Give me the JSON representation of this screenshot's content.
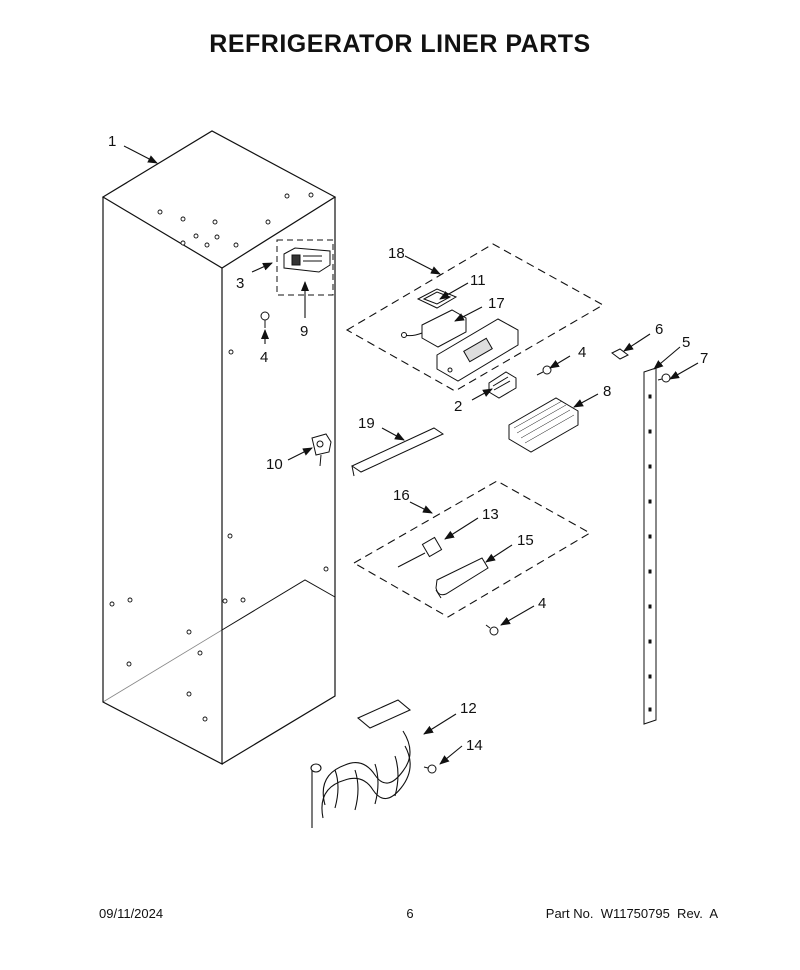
{
  "title": "REFRIGERATOR LINER PARTS",
  "footer": {
    "date": "09/11/2024",
    "page": "6",
    "part_label": "Part No.  W11750795  Rev.  A"
  },
  "callouts": [
    "1",
    "2",
    "3",
    "4",
    "5",
    "6",
    "7",
    "8",
    "9",
    "10",
    "11",
    "12",
    "13",
    "14",
    "15",
    "16",
    "17",
    "18",
    "19"
  ],
  "colors": {
    "line": "#111111",
    "background": "#ffffff"
  }
}
